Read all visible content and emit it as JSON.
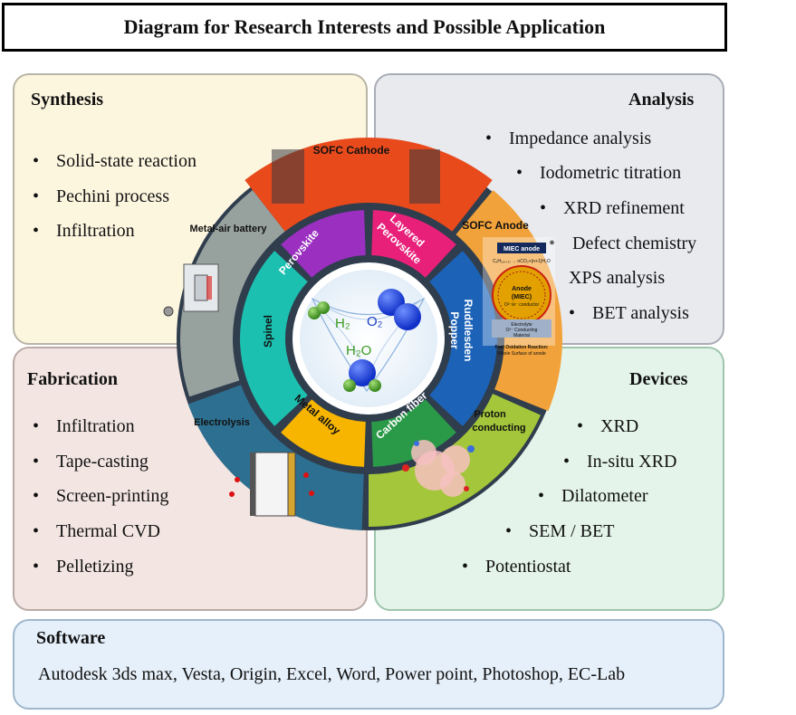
{
  "title": "Diagram for Research Interests and Possible Application",
  "synthesis": {
    "heading": "Synthesis",
    "items": [
      "Solid-state reaction",
      "Pechini process",
      "Infiltration"
    ]
  },
  "analysis": {
    "heading": "Analysis",
    "items": [
      "Impedance analysis",
      "Iodometric titration",
      "XRD refinement",
      "Defect chemistry",
      "XPS analysis",
      "BET analysis"
    ]
  },
  "fabrication": {
    "heading": "Fabrication",
    "items": [
      "Infiltration",
      "Tape-casting",
      "Screen-printing",
      "Thermal CVD",
      "Pelletizing"
    ]
  },
  "devices": {
    "heading": "Devices",
    "items": [
      "XRD",
      "In-situ XRD",
      "Dilatometer",
      "SEM  / BET",
      "Potentiostat"
    ]
  },
  "software": {
    "heading": "Software",
    "text": "Autodesk 3ds max, Vesta, Origin, Excel, Word, Power point, Photoshop, EC-Lab"
  },
  "outer_ring": {
    "sofc_cathode": "SOFC Cathode",
    "sofc_anode": "SOFC Anode",
    "metal_air_battery": "Metal-air battery",
    "electrolysis": "Electrolysis",
    "proton_conducting_1": "Proton",
    "proton_conducting_2": "conducting"
  },
  "inner_ring": {
    "perovskite": "Perovskite",
    "layered_1": "Layered",
    "layered_2": "Perovskite",
    "rp_1": "Ruddlesden",
    "rp_2": "Popper",
    "carbon_fiber": "Carbon fiber",
    "metal_alloy": "Metal alloy",
    "spinel": "Spinel"
  },
  "center": {
    "h2": "H₂",
    "o2": "O₂",
    "h2o": "H₂O"
  },
  "anode_inset": {
    "miec_anode": "MIEC anode",
    "fuel_eq": "CₓH₍₂ₓ₊₂₎ → nCO₂+(n+1)H₂O",
    "anode_1": "Anode",
    "anode_2": "(MIEC)",
    "anode_3": "O²⁻/e⁻ conductor",
    "electrolyte_1": "Electrolyte",
    "electrolyte_2": "O²⁻ Conducting",
    "electrolyte_3": "Material",
    "fuel_ox_1": "Fuel Oxidation Reaction:",
    "fuel_ox_2": "Whole Surface of anode"
  },
  "colors": {
    "cathode": "#e84a1c",
    "anode": "#f2a23a",
    "metal_air": "#97a29f",
    "electrolysis": "#2d6f90",
    "proton": "#a3c63a",
    "perovskite": "#9a2fc0",
    "layered": "#e8207a",
    "rp": "#1c63b8",
    "carbon": "#2a9a48",
    "metal_alloy": "#f7b500",
    "spinel": "#1cc0b0"
  }
}
